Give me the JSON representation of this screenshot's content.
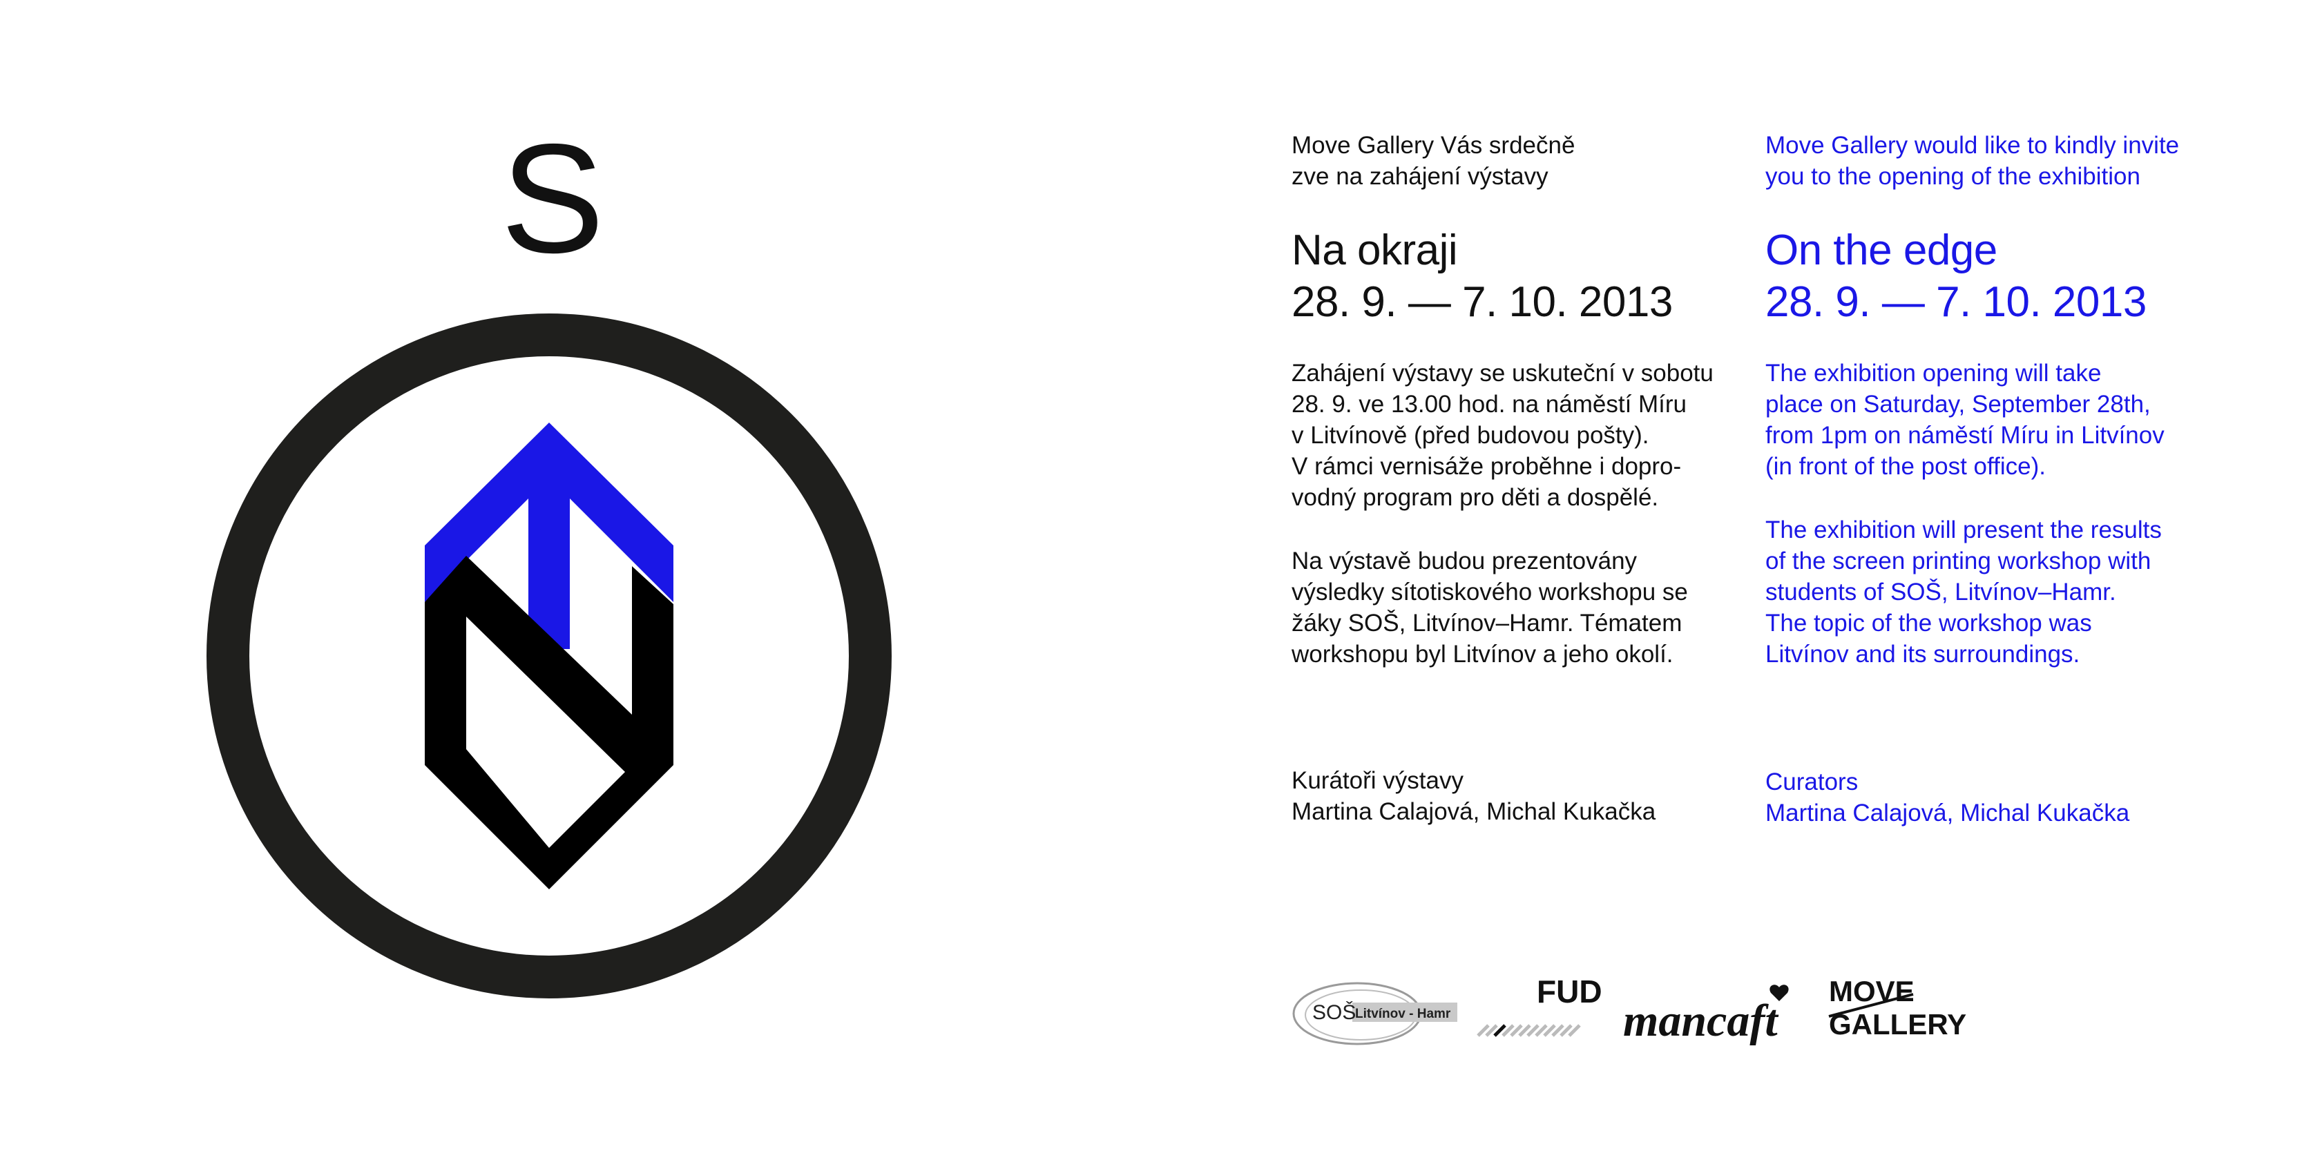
{
  "emblem": {
    "letter": "S",
    "colors": {
      "ring": "#1f1f1d",
      "accent": "#1a17e6",
      "mark": "#000000"
    }
  },
  "czech": {
    "intro_1": "Move Gallery Vás srdečně",
    "intro_2": "zve na zahájení výstavy",
    "title": "Na okraji",
    "dates": "28. 9. — 7. 10. 2013",
    "para1": "Zahájení výstavy se uskuteční v sobotu\n28. 9. ve 13.00 hod. na náměstí Míru\nv Litvínově (před budovou pošty).\nV rámci vernisáže proběhne i dopro-\nvodný program pro děti a dospělé.",
    "para2": "Na výstavě budou prezentovány\nvýsledky sítotiskového workshopu se\nžáky SOŠ, Litvínov–Hamr. Tématem\nworkshopu byl Litvínov a jeho okolí.",
    "curators_label": "Kurátoři výstavy",
    "curators_names": "Martina Calajová, Michal Kukačka"
  },
  "english": {
    "intro_1": "Move Gallery would like to kindly invite",
    "intro_2": "you to the opening of the exhibition",
    "title": "On the edge",
    "dates": "28. 9. — 7. 10. 2013",
    "para1": "The exhibition opening will take\nplace on Saturday, September 28th,\nfrom 1pm on náměstí Míru in Litvínov\n(in front of the post office).",
    "para2": "The exhibition will present the results\nof the screen printing workshop with\nstudents of SOŠ, Litvínov–Hamr.\nThe topic of the workshop was\nLitvínov and its surroundings.",
    "curators_label": "Curators",
    "curators_names": "Martina Calajová, Michal Kukačka"
  },
  "logos": {
    "sos_main": "SOŠ",
    "sos_sub": "Litvínov - Hamr",
    "fud": "FUD",
    "mancaft": "mancaft",
    "move": "MOVE",
    "gallery": "GALLERY"
  }
}
